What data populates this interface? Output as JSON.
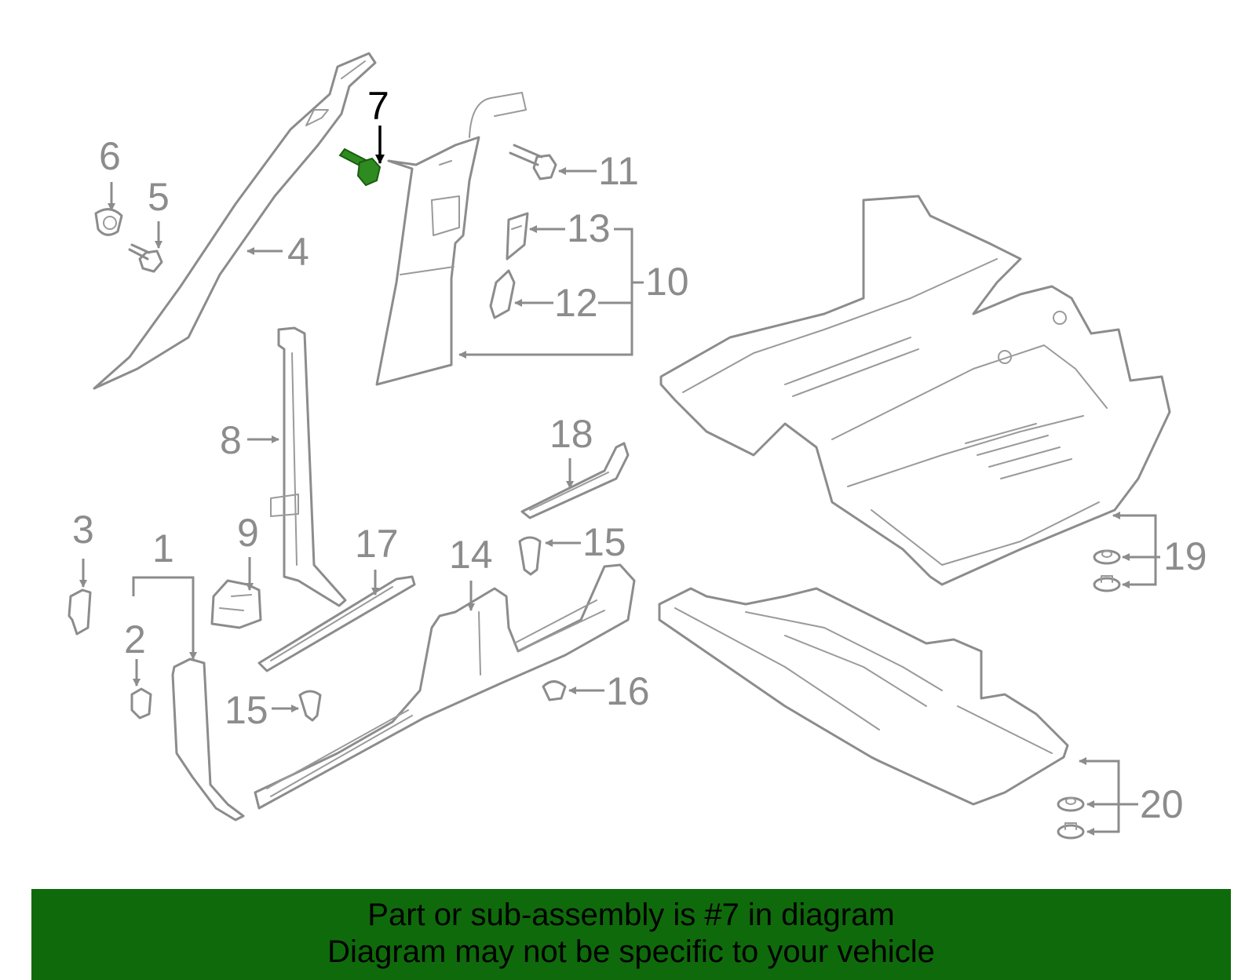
{
  "callouts": [
    "1",
    "2",
    "3",
    "4",
    "5",
    "6",
    "7",
    "8",
    "9",
    "10",
    "11",
    "12",
    "13",
    "14",
    "15",
    "15",
    "16",
    "17",
    "18",
    "19",
    "20"
  ],
  "highlighted_callout": "7",
  "colors": {
    "line": "#8c8c8c",
    "highlight_part": "#2e8b1f",
    "banner": "#0f6a0b",
    "banner_text": "#000000"
  },
  "banner": {
    "line1": "Part or sub-assembly is #7 in diagram",
    "line2": "Diagram may not be specific to your vehicle"
  }
}
